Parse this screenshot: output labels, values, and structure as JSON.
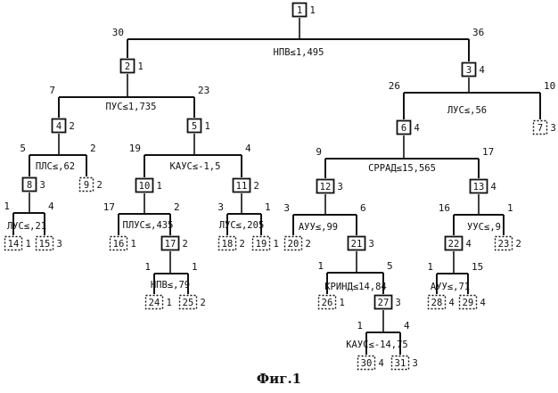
{
  "caption": "Фиг.1",
  "tree": {
    "nodes": [
      {
        "id": "1",
        "kind": "internal",
        "count": "1"
      },
      {
        "id": "2",
        "kind": "internal",
        "count": "1"
      },
      {
        "id": "3",
        "kind": "internal",
        "count": "4"
      },
      {
        "id": "4",
        "kind": "internal",
        "count": "2"
      },
      {
        "id": "5",
        "kind": "internal",
        "count": "1"
      },
      {
        "id": "6",
        "kind": "internal",
        "count": "4"
      },
      {
        "id": "7",
        "kind": "terminal",
        "count": "3"
      },
      {
        "id": "8",
        "kind": "internal",
        "count": "3"
      },
      {
        "id": "9",
        "kind": "terminal",
        "count": "2"
      },
      {
        "id": "10",
        "kind": "internal",
        "count": "1"
      },
      {
        "id": "11",
        "kind": "internal",
        "count": "2"
      },
      {
        "id": "12",
        "kind": "internal",
        "count": "3"
      },
      {
        "id": "13",
        "kind": "internal",
        "count": "4"
      },
      {
        "id": "14",
        "kind": "terminal",
        "count": "1"
      },
      {
        "id": "15",
        "kind": "terminal",
        "count": "3"
      },
      {
        "id": "16",
        "kind": "terminal",
        "count": "1"
      },
      {
        "id": "17",
        "kind": "internal",
        "count": "2"
      },
      {
        "id": "18",
        "kind": "terminal",
        "count": "2"
      },
      {
        "id": "19",
        "kind": "terminal",
        "count": "1"
      },
      {
        "id": "20",
        "kind": "terminal",
        "count": "2"
      },
      {
        "id": "21",
        "kind": "internal",
        "count": "3"
      },
      {
        "id": "22",
        "kind": "internal",
        "count": "4"
      },
      {
        "id": "23",
        "kind": "terminal",
        "count": "2"
      },
      {
        "id": "24",
        "kind": "terminal",
        "count": "1"
      },
      {
        "id": "25",
        "kind": "terminal",
        "count": "2"
      },
      {
        "id": "26",
        "kind": "terminal",
        "count": "1"
      },
      {
        "id": "27",
        "kind": "internal",
        "count": "3"
      },
      {
        "id": "28",
        "kind": "terminal",
        "count": "4"
      },
      {
        "id": "29",
        "kind": "terminal",
        "count": "4"
      },
      {
        "id": "30",
        "kind": "terminal",
        "count": "4"
      },
      {
        "id": "31",
        "kind": "terminal",
        "count": "3"
      }
    ],
    "splits": [
      {
        "parent": "1",
        "rule": "НПВ≤1,495",
        "left": "2",
        "right": "3",
        "left_weight": "30",
        "right_weight": "36"
      },
      {
        "parent": "2",
        "rule": "ПУС≤1,735",
        "left": "4",
        "right": "5",
        "left_weight": "7",
        "right_weight": "23"
      },
      {
        "parent": "3",
        "rule": "ЛУС≤,56",
        "left": "6",
        "right": "7",
        "left_weight": "26",
        "right_weight": "10"
      },
      {
        "parent": "4",
        "rule": "ПЛС≤,62",
        "left": "8",
        "right": "9",
        "left_weight": "5",
        "right_weight": "2"
      },
      {
        "parent": "5",
        "rule": "КАУС≤-1,5",
        "left": "10",
        "right": "11",
        "left_weight": "19",
        "right_weight": "4"
      },
      {
        "parent": "6",
        "rule": "СРРАД≤15,565",
        "left": "12",
        "right": "13",
        "left_weight": "9",
        "right_weight": "17"
      },
      {
        "parent": "8",
        "rule": "ЛУС≤,21",
        "left": "14",
        "right": "15",
        "left_weight": "1",
        "right_weight": "4"
      },
      {
        "parent": "10",
        "rule": "ПЛУС≤,435",
        "left": "16",
        "right": "17",
        "left_weight": "17",
        "right_weight": "2"
      },
      {
        "parent": "11",
        "rule": "ЛУС≤,205",
        "left": "18",
        "right": "19",
        "left_weight": "3",
        "right_weight": "1"
      },
      {
        "parent": "12",
        "rule": "АУУ≤,99",
        "left": "20",
        "right": "21",
        "left_weight": "3",
        "right_weight": "6"
      },
      {
        "parent": "13",
        "rule": "УУС≤,9",
        "left": "22",
        "right": "23",
        "left_weight": "16",
        "right_weight": "1"
      },
      {
        "parent": "17",
        "rule": "НПВ≤,79",
        "left": "24",
        "right": "25",
        "left_weight": "1",
        "right_weight": "1"
      },
      {
        "parent": "21",
        "rule": "КРИНД≤14,84",
        "left": "26",
        "right": "27",
        "left_weight": "1",
        "right_weight": "5"
      },
      {
        "parent": "22",
        "rule": "АУУ≤,71",
        "left": "28",
        "right": "29",
        "left_weight": "1",
        "right_weight": "15"
      },
      {
        "parent": "27",
        "rule": "КАУС≤-14,75",
        "left": "30",
        "right": "31",
        "left_weight": "1",
        "right_weight": "4"
      }
    ]
  }
}
